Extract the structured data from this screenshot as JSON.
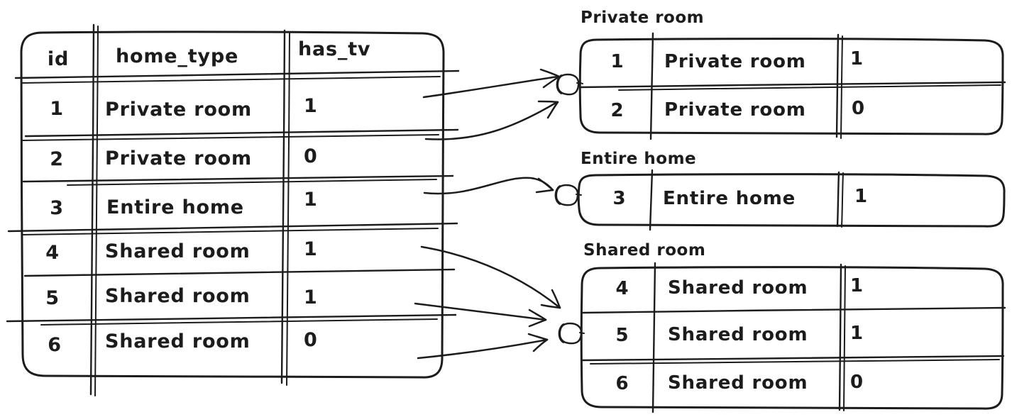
{
  "colors": {
    "ink": "#1c1c1c",
    "background": "#ffffff"
  },
  "main_table": {
    "headers": {
      "id": "id",
      "home_type": "home_type",
      "has_tv": "has_tv"
    },
    "rows": [
      {
        "id": "1",
        "home_type": "Private room",
        "has_tv": "1"
      },
      {
        "id": "2",
        "home_type": "Private room",
        "has_tv": "0"
      },
      {
        "id": "3",
        "home_type": "Entire home",
        "has_tv": "1"
      },
      {
        "id": "4",
        "home_type": "Shared room",
        "has_tv": "1"
      },
      {
        "id": "5",
        "home_type": "Shared room",
        "has_tv": "1"
      },
      {
        "id": "6",
        "home_type": "Shared room",
        "has_tv": "0"
      }
    ]
  },
  "groups": [
    {
      "label": "Private room",
      "rows": [
        {
          "id": "1",
          "home_type": "Private room",
          "has_tv": "1"
        },
        {
          "id": "2",
          "home_type": "Private room",
          "has_tv": "0"
        }
      ]
    },
    {
      "label": "Entire home",
      "rows": [
        {
          "id": "3",
          "home_type": "Entire home",
          "has_tv": "1"
        }
      ]
    },
    {
      "label": "Shared room",
      "rows": [
        {
          "id": "4",
          "home_type": "Shared room",
          "has_tv": "1"
        },
        {
          "id": "5",
          "home_type": "Shared room",
          "has_tv": "1"
        },
        {
          "id": "6",
          "home_type": "Shared room",
          "has_tv": "0"
        }
      ]
    }
  ]
}
